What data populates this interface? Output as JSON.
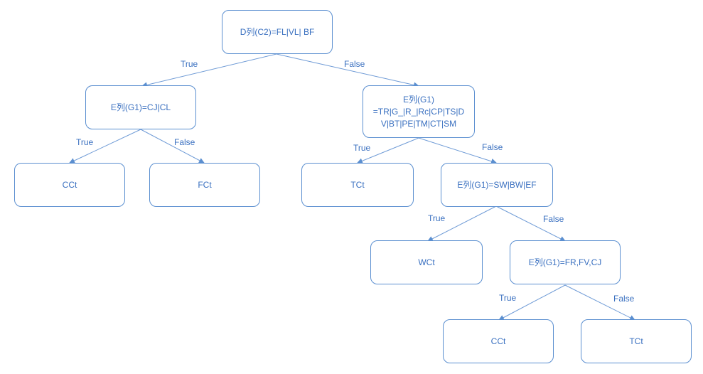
{
  "colors": {
    "stroke": "#5b8fd0",
    "text": "#3a70c0",
    "edge": "#6f9bd6",
    "background": "#ffffff"
  },
  "nodes": {
    "root": "D列(C2)=FL|VL| BF",
    "n_left": "E列(G1)=CJ|CL",
    "n_right_l1": "E列(G1)",
    "n_right_l2": "=TR|G_|R_|Rc|CP|TS|D",
    "n_right_l3": "V|BT|PE|TM|CT|SM",
    "leaf_cct_1": "CCt",
    "leaf_fct": "FCt",
    "leaf_tct_1": "TCt",
    "n_sw": "E列(G1)=SW|BW|EF",
    "leaf_wct": "WCt",
    "n_fr": "E列(G1)=FR,FV,CJ",
    "leaf_cct_2": "CCt",
    "leaf_tct_2": "TCt"
  },
  "edge_labels": {
    "root_true": "True",
    "root_false": "False",
    "left_true": "True",
    "left_false": "False",
    "right_true": "True",
    "right_false": "False",
    "sw_true": "True",
    "sw_false": "False",
    "fr_true": "True",
    "fr_false": "False"
  }
}
